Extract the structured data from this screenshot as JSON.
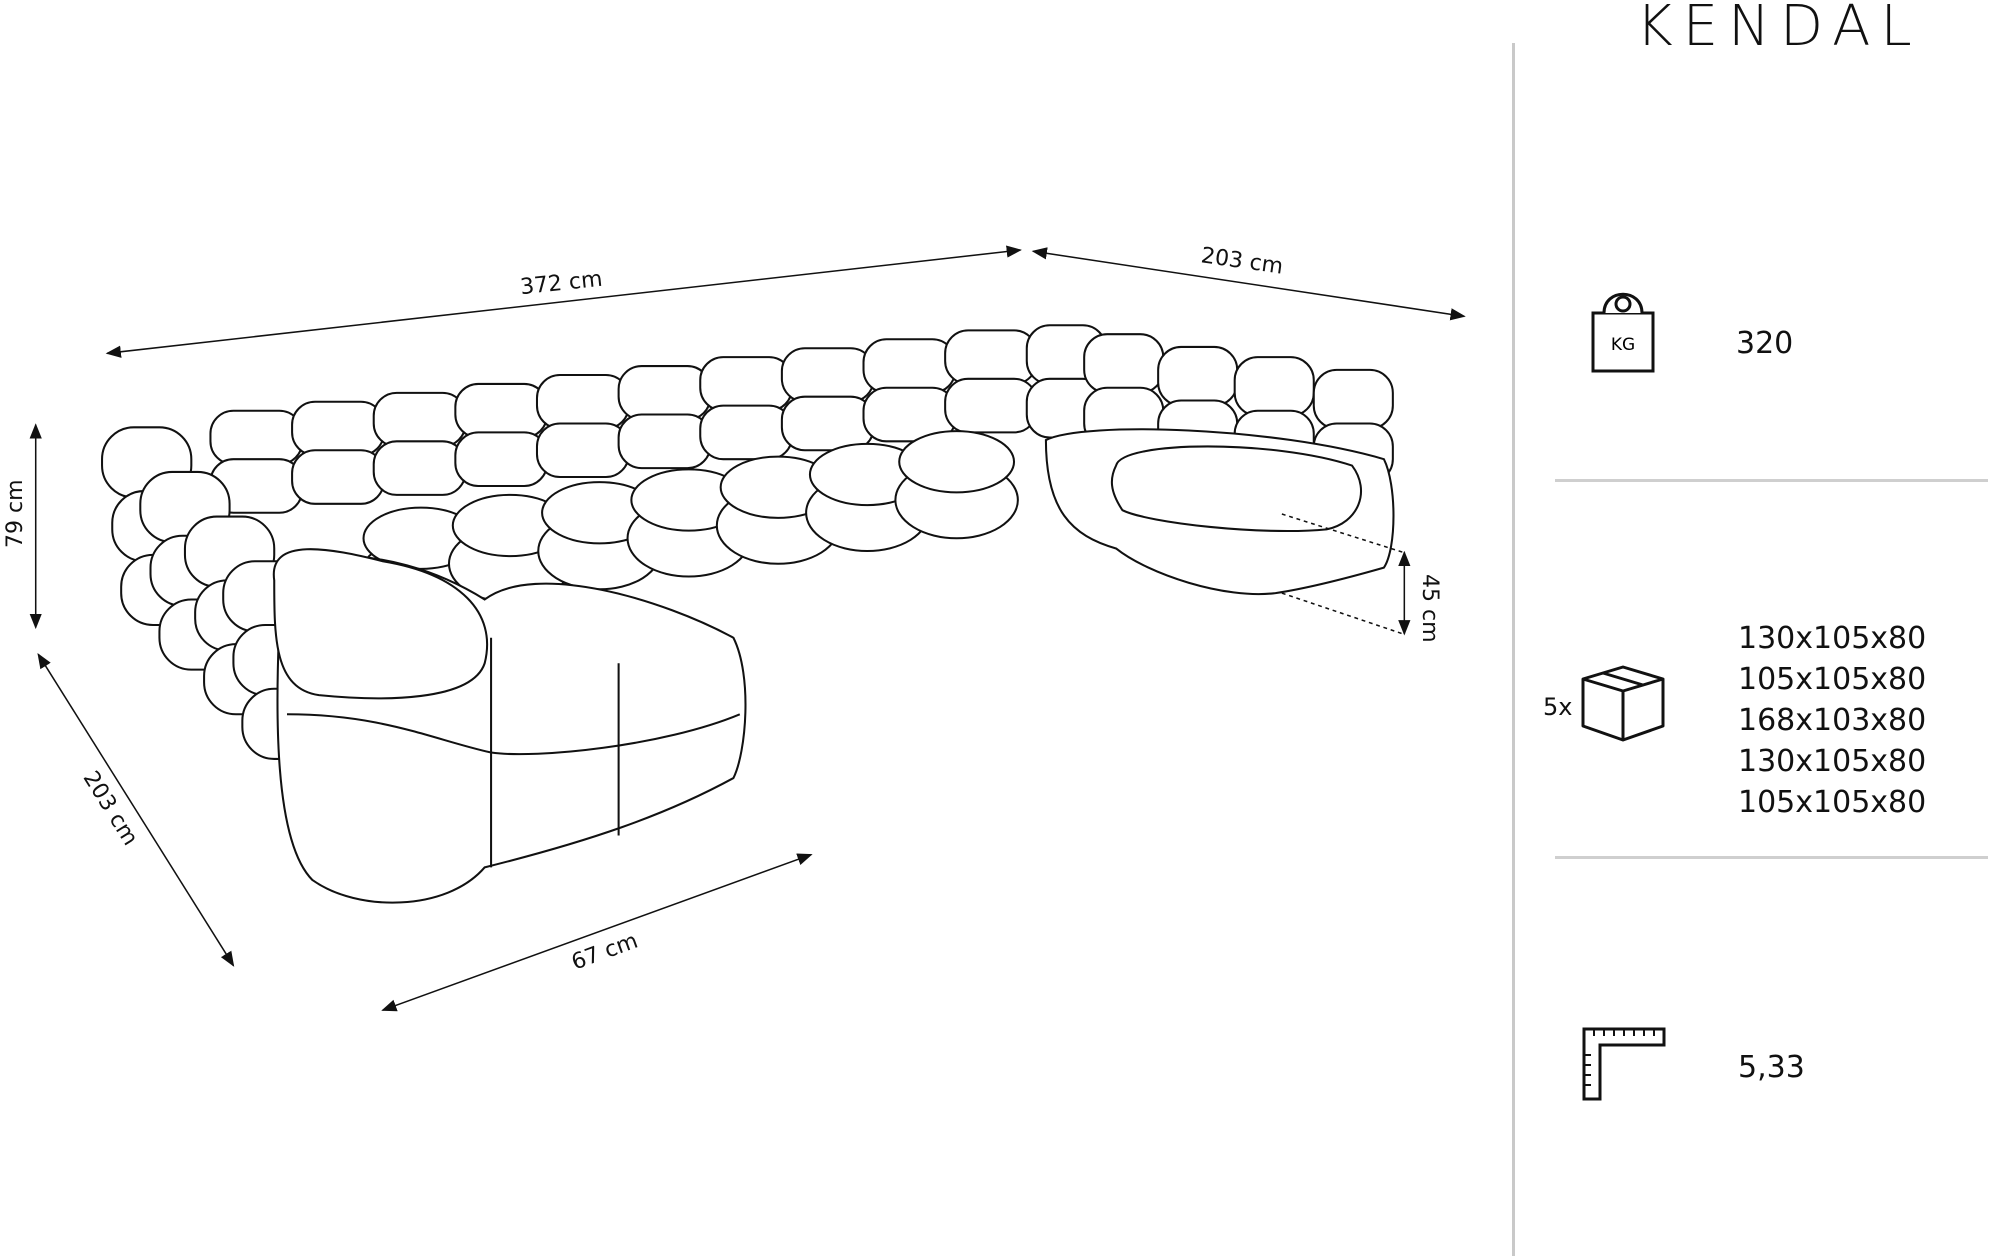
{
  "title": "KENDAL",
  "dimensions": {
    "width_total": "372 cm",
    "depth_right": "203 cm",
    "height": "79 cm",
    "depth_left": "203 cm",
    "seat_depth": "67 cm",
    "seat_height": "45 cm"
  },
  "specs": {
    "weight_icon_label": "KG",
    "weight": "320",
    "packages_count": "5x",
    "packages": [
      "130x105x80",
      "105x105x80",
      "168x103x80",
      "130x105x80",
      "105x105x80"
    ],
    "volume": "5,33"
  }
}
